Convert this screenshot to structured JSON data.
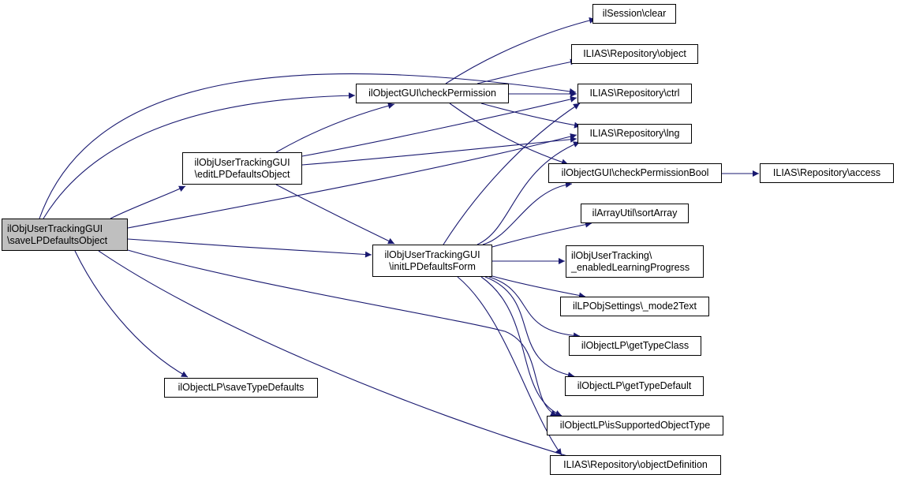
{
  "diagram": {
    "type": "call-graph",
    "edge_color": "#191970",
    "nodes": [
      {
        "id": "root",
        "lines": [
          "ilObjUserTrackingGUI",
          "\\saveLPDefaultsObject"
        ],
        "highlighted": true
      },
      {
        "id": "editLP",
        "lines": [
          "ilObjUserTrackingGUI",
          "\\editLPDefaultsObject"
        ]
      },
      {
        "id": "checkPerm",
        "lines": [
          "ilObjectGUI\\checkPermission"
        ]
      },
      {
        "id": "initForm",
        "lines": [
          "ilObjUserTrackingGUI",
          "\\initLPDefaultsForm"
        ]
      },
      {
        "id": "saveType",
        "lines": [
          "ilObjectLP\\saveTypeDefaults"
        ]
      },
      {
        "id": "sessClear",
        "lines": [
          "ilSession\\clear"
        ]
      },
      {
        "id": "repoObject",
        "lines": [
          "ILIAS\\Repository\\object"
        ]
      },
      {
        "id": "repoCtrl",
        "lines": [
          "ILIAS\\Repository\\ctrl"
        ]
      },
      {
        "id": "repoLng",
        "lines": [
          "ILIAS\\Repository\\lng"
        ]
      },
      {
        "id": "checkPermBool",
        "lines": [
          "ilObjectGUI\\checkPermissionBool"
        ]
      },
      {
        "id": "repoAccess",
        "lines": [
          "ILIAS\\Repository\\access"
        ]
      },
      {
        "id": "sortArray",
        "lines": [
          "ilArrayUtil\\sortArray"
        ]
      },
      {
        "id": "enabledLP",
        "lines": [
          "ilObjUserTracking\\",
          "_enabledLearningProgress"
        ]
      },
      {
        "id": "mode2Text",
        "lines": [
          "ilLPObjSettings\\_mode2Text"
        ]
      },
      {
        "id": "getTypeClass",
        "lines": [
          "ilObjectLP\\getTypeClass"
        ]
      },
      {
        "id": "getTypeDefault",
        "lines": [
          "ilObjectLP\\getTypeDefault"
        ]
      },
      {
        "id": "isSupported",
        "lines": [
          "ilObjectLP\\isSupportedObjectType"
        ]
      },
      {
        "id": "objDef",
        "lines": [
          "ILIAS\\Repository\\objectDefinition"
        ]
      }
    ],
    "edges": [
      [
        "root",
        "checkPerm"
      ],
      [
        "root",
        "repoCtrl"
      ],
      [
        "root",
        "editLP"
      ],
      [
        "root",
        "repoLng"
      ],
      [
        "root",
        "initForm"
      ],
      [
        "root",
        "saveType"
      ],
      [
        "root",
        "isSupported"
      ],
      [
        "root",
        "objDef"
      ],
      [
        "editLP",
        "checkPerm"
      ],
      [
        "editLP",
        "repoCtrl"
      ],
      [
        "editLP",
        "repoLng"
      ],
      [
        "editLP",
        "initForm"
      ],
      [
        "checkPerm",
        "sessClear"
      ],
      [
        "checkPerm",
        "repoObject"
      ],
      [
        "checkPerm",
        "repoCtrl"
      ],
      [
        "checkPerm",
        "repoLng"
      ],
      [
        "checkPerm",
        "checkPermBool"
      ],
      [
        "checkPermBool",
        "repoAccess"
      ],
      [
        "initForm",
        "repoCtrl"
      ],
      [
        "initForm",
        "repoLng"
      ],
      [
        "initForm",
        "checkPermBool"
      ],
      [
        "initForm",
        "sortArray"
      ],
      [
        "initForm",
        "enabledLP"
      ],
      [
        "initForm",
        "mode2Text"
      ],
      [
        "initForm",
        "getTypeClass"
      ],
      [
        "initForm",
        "getTypeDefault"
      ],
      [
        "initForm",
        "isSupported"
      ],
      [
        "initForm",
        "objDef"
      ]
    ]
  }
}
